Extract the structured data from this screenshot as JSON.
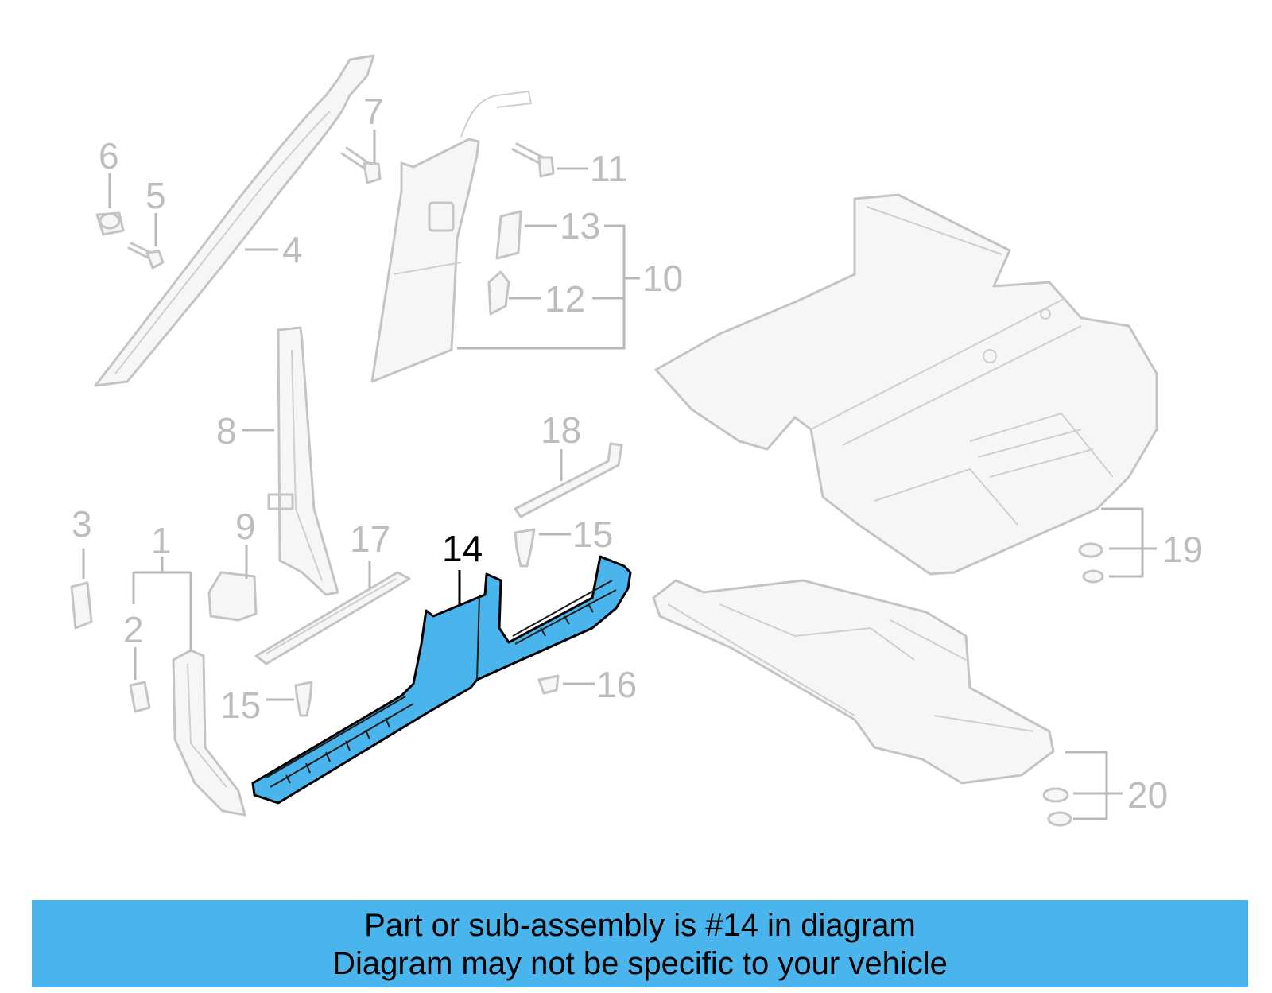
{
  "highlight_color": "#4ab5ed",
  "callouts": {
    "c1": "1",
    "c2": "2",
    "c3": "3",
    "c4": "4",
    "c5": "5",
    "c6": "6",
    "c7": "7",
    "c8": "8",
    "c9": "9",
    "c10": "10",
    "c11": "11",
    "c12": "12",
    "c13": "13",
    "c14": "14",
    "c15a": "15",
    "c15b": "15",
    "c16": "16",
    "c17": "17",
    "c18": "18",
    "c19": "19",
    "c20": "20"
  },
  "banner": {
    "line1": "Part or sub-assembly is #14 in diagram",
    "line2": "Diagram may not be specific to your vehicle"
  }
}
